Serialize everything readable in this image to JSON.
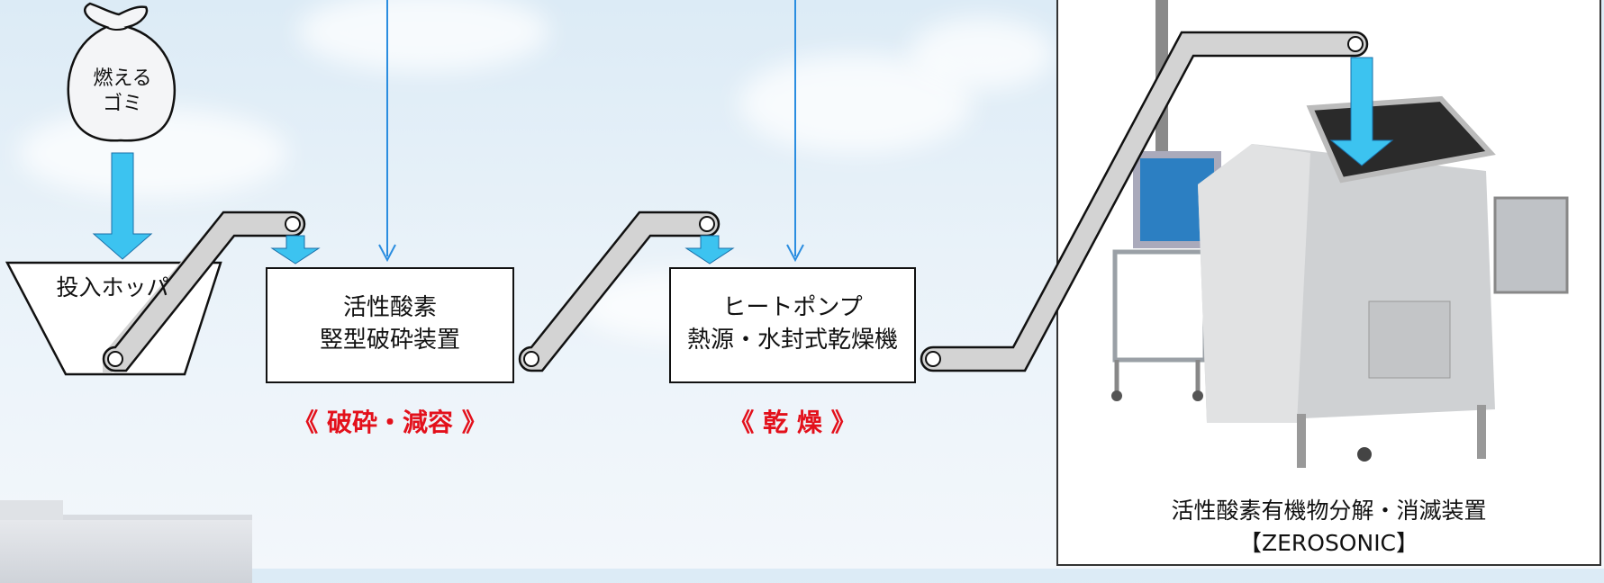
{
  "input": {
    "bag_line1": "燃える",
    "bag_line2": "ゴミ",
    "hopper_label": "投入ホッパ"
  },
  "crusher": {
    "line1": "活性酸素",
    "line2": "竪型破砕装置",
    "stage": "《 破砕・減容 》"
  },
  "dryer": {
    "line1": "ヒートポンプ",
    "line2": "熱源・水封式乾燥機",
    "stage": "《 乾 燥 》"
  },
  "machine": {
    "caption_line1": "活性酸素有機物分解・消滅装置",
    "caption_line2": "【ZEROSONIC】"
  },
  "colors": {
    "arrow_cyan": "#3cc3f0",
    "arrow_outline": "#1a6fa8",
    "feed_line_blue": "#2a8de0",
    "stage_red": "#e3101b",
    "conveyor_fill": "#d3d3d3",
    "outline": "#111111"
  }
}
